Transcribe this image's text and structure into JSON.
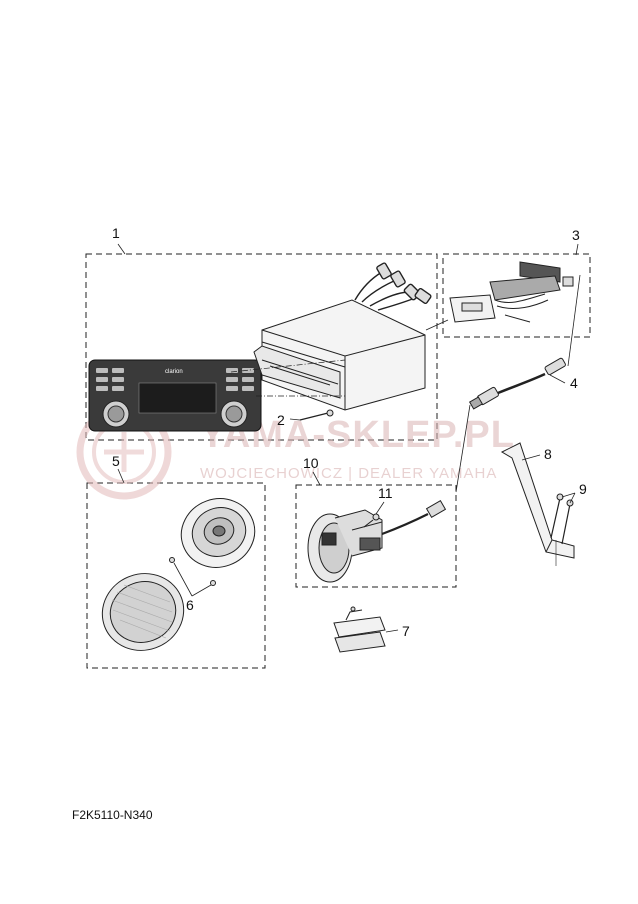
{
  "parts": [
    {
      "id": "part-1",
      "label": "1"
    },
    {
      "id": "part-2",
      "label": "2"
    },
    {
      "id": "part-3",
      "label": "3"
    },
    {
      "id": "part-4",
      "label": "4"
    },
    {
      "id": "part-5",
      "label": "5"
    },
    {
      "id": "part-6",
      "label": "6"
    },
    {
      "id": "part-7",
      "label": "7"
    },
    {
      "id": "part-8",
      "label": "8"
    },
    {
      "id": "part-9",
      "label": "9"
    },
    {
      "id": "part-10",
      "label": "10"
    },
    {
      "id": "part-11",
      "label": "11"
    }
  ],
  "radio": {
    "brand": "clarion"
  },
  "watermark": {
    "main": "YAMA-SKLEP.PL",
    "sub": "WOJCIECHOWICZ | DEALER YAMAHA"
  },
  "footer": {
    "code": "F2K5110-N340"
  },
  "colors": {
    "line": "#222222",
    "watermark": "#d9b3b3"
  }
}
